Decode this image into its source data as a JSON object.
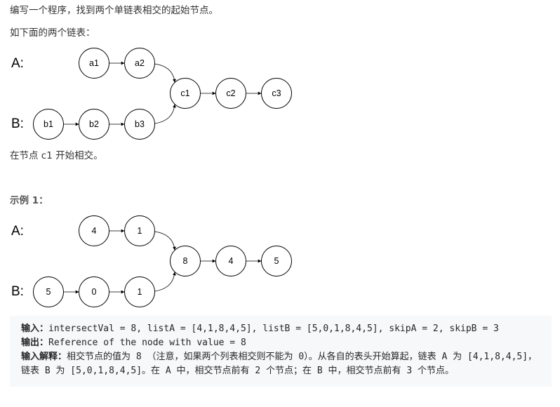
{
  "problem": {
    "statement": "编写一个程序，找到两个单链表相交的起始节点。",
    "intro": "如下面的两个链表：",
    "intersect_note": "在节点 c1 开始相交。",
    "example_title": "示例 1："
  },
  "diagram1": {
    "label_a": "A:",
    "label_b": "B:",
    "list_a": [
      "a1",
      "a2"
    ],
    "list_b": [
      "b1",
      "b2",
      "b3"
    ],
    "shared": [
      "c1",
      "c2",
      "c3"
    ]
  },
  "diagram2": {
    "label_a": "A:",
    "label_b": "B:",
    "list_a": [
      "4",
      "1"
    ],
    "list_b": [
      "5",
      "0",
      "1"
    ],
    "shared": [
      "8",
      "4",
      "5"
    ]
  },
  "example": {
    "input_label": "输入：",
    "input_value": "intersectVal = 8, listA = [4,1,8,4,5], listB = [5,0,1,8,4,5], skipA = 2, skipB = 3",
    "output_label": "输出：",
    "output_value": "Reference of the node with value = 8",
    "explain_label": "输入解释：",
    "explain_line1": "相交节点的值为 8 （注意，如果两个列表相交则不能为 0）。从各自的表头开始算起，链表 A 为 [4,1,8,4,5]，",
    "explain_line2": "链表 B 为 [5,0,1,8,4,5]。在 A 中，相交节点前有 2 个节点；在 B 中，相交节点前有 3 个节点。"
  }
}
